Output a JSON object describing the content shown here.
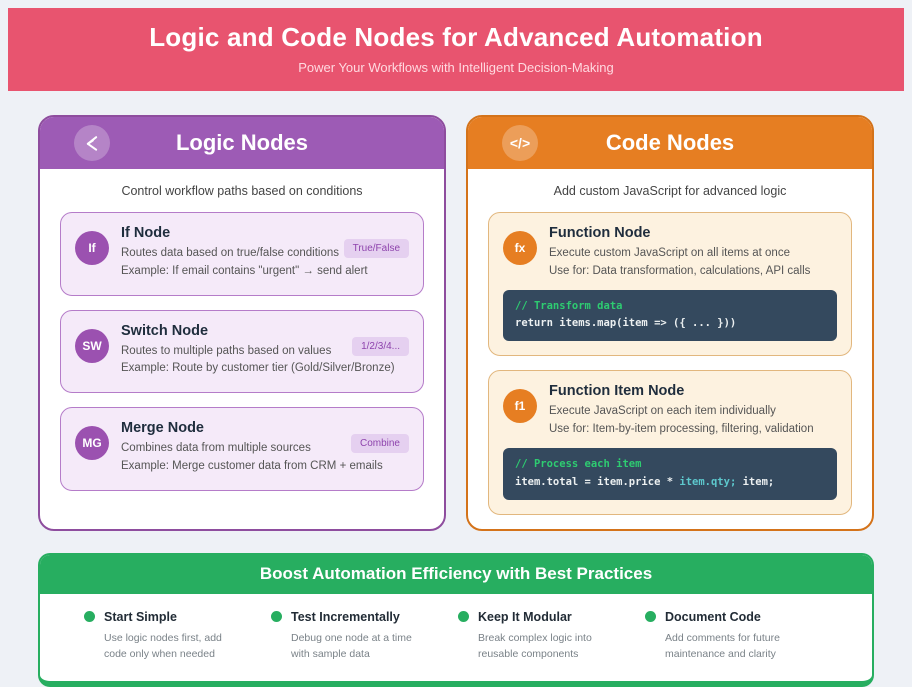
{
  "header": {
    "title": "Logic and Code Nodes for Advanced Automation",
    "subtitle": "Power Your Workflows with Intelligent Decision-Making",
    "bg_color": "#e8546f"
  },
  "logic_card": {
    "title": "Logic Nodes",
    "icon": "branch-arrow-icon",
    "subtitle": "Control workflow paths based on conditions",
    "accent_color": "#9d5bb5",
    "nodes": [
      {
        "abbr": "If",
        "title": "If Node",
        "line1": "Routes data based on true/false conditions",
        "line2": "Example: If email contains \"urgent\" → send alert",
        "badge": "True/False"
      },
      {
        "abbr": "SW",
        "title": "Switch Node",
        "line1": "Routes to multiple paths based on values",
        "line2": "Example: Route by customer tier (Gold/Silver/Bronze)",
        "badge": "1/2/3/4..."
      },
      {
        "abbr": "MG",
        "title": "Merge Node",
        "line1": "Combines data from multiple sources",
        "line2": "Example: Merge customer data from CRM + emails",
        "badge": "Combine"
      }
    ]
  },
  "code_card": {
    "title": "Code Nodes",
    "icon_text": "</>",
    "subtitle": "Add custom JavaScript for advanced logic",
    "accent_color": "#e67e22",
    "nodes": [
      {
        "abbr": "fx",
        "title": "Function Node",
        "line1": "Execute custom JavaScript on all items at once",
        "line2": "Use for: Data transformation, calculations, API calls",
        "code_comment": "// Transform data",
        "code_pre": "return items.map(item => ({ ... }))",
        "code_hl": "",
        "code_post": ""
      },
      {
        "abbr": "f1",
        "title": "Function Item Node",
        "line1": "Execute JavaScript on each item individually",
        "line2": "Use for: Item-by-item processing, filtering, validation",
        "code_comment": "// Process each item",
        "code_pre": "item.total = item.price * ",
        "code_hl": "item.qty;",
        "code_post": " item;"
      }
    ]
  },
  "best_practices": {
    "title": "Boost Automation Efficiency with Best Practices",
    "accent_color": "#27ae60",
    "items": [
      {
        "title": "Start Simple",
        "desc": "Use logic nodes first, add code only when needed"
      },
      {
        "title": "Test Incrementally",
        "desc": "Debug one node at a time with sample data"
      },
      {
        "title": "Keep It Modular",
        "desc": "Break complex logic into reusable components"
      },
      {
        "title": "Document Code",
        "desc": "Add comments for future maintenance and clarity"
      }
    ]
  }
}
